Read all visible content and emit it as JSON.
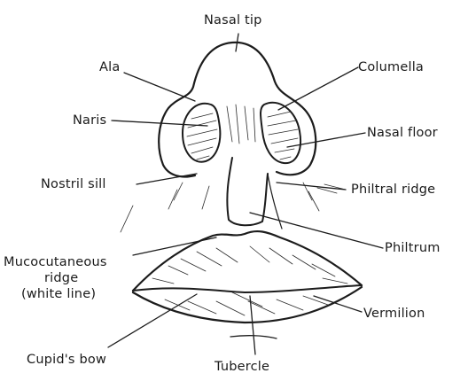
{
  "labels": {
    "nasal_tip": "Nasal tip",
    "ala": "Ala",
    "columella": "Columella",
    "naris": "Naris",
    "nasal_floor": "Nasal floor",
    "nostril_sill": "Nostril sill",
    "philtral_ridge": "Philtral ridge",
    "philtrum": "Philtrum",
    "mucocutaneous_ridge_line1": "Mucocutaneous",
    "mucocutaneous_ridge_line2": "ridge",
    "mucocutaneous_ridge_line3": "(white line)",
    "vermilion": "Vermilion",
    "cupids_bow": "Cupid's bow",
    "tubercle": "Tubercle"
  },
  "colors": {
    "ink": "#1c1c1c",
    "background": "#ffffff"
  }
}
